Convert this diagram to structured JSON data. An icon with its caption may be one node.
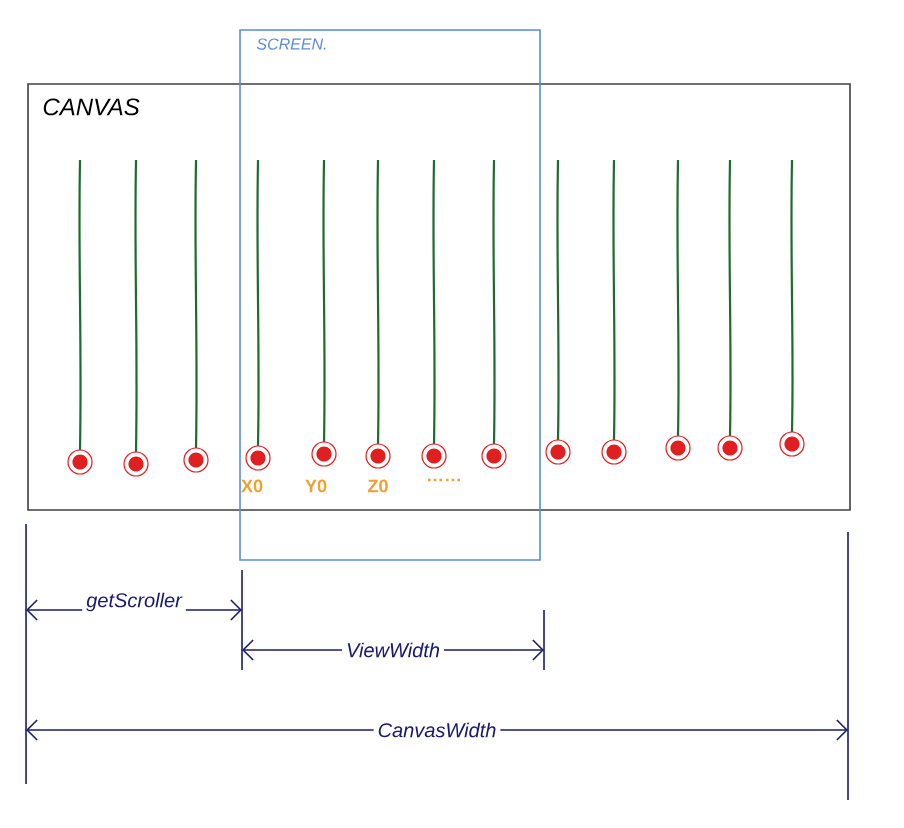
{
  "diagram": {
    "nodes": [
      {
        "text": [
          "CANVAS"
        ]
      },
      {
        "text": [
          "SCREEN."
        ]
      }
    ],
    "labels": [
      "X0",
      "Y0",
      "Z0",
      "……",
      "getScroller",
      "ViewWidth",
      "CanvasWidth"
    ]
  }
}
